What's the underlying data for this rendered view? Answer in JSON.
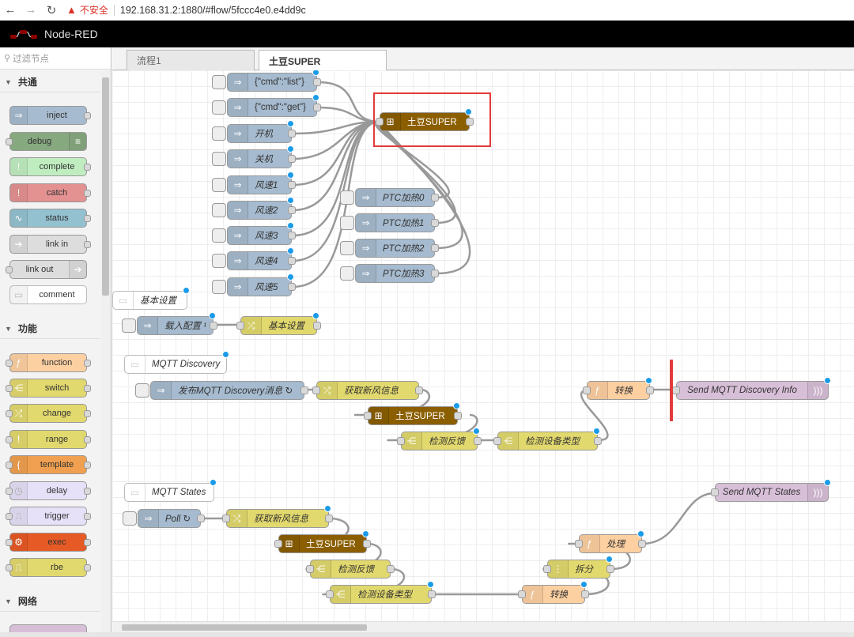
{
  "browser": {
    "back_icon": "←",
    "forward_icon": "→",
    "reload_icon": "↻",
    "warning_icon": "▲",
    "security_label": "不安全",
    "url": "192.168.31.2:1880/#flow/5fccc4e0.e4dd9c"
  },
  "header": {
    "title": "Node-RED"
  },
  "palette": {
    "search_placeholder": "过滤节点",
    "categories": [
      {
        "name": "共通",
        "nodes": [
          "inject",
          "debug",
          "complete",
          "catch",
          "status",
          "link in",
          "link out",
          "comment"
        ]
      },
      {
        "name": "功能",
        "nodes": [
          "function",
          "switch",
          "change",
          "range",
          "template",
          "delay",
          "trigger",
          "exec",
          "rbe"
        ]
      },
      {
        "name": "网络",
        "nodes": []
      }
    ]
  },
  "tabs": [
    "流程1",
    "土豆SUPER"
  ],
  "flow": {
    "top": {
      "injects": [
        "{\"cmd\":\"list\"}",
        "{\"cmd\":\"get\"}",
        "开机",
        "关机",
        "风速1",
        "风速2",
        "风速3",
        "风速4",
        "风速5"
      ],
      "ptc": [
        "PTC加热0",
        "PTC加热1",
        "PTC加热2",
        "PTC加热3"
      ],
      "device": "土豆SUPER"
    },
    "basic": {
      "comment": "基本设置",
      "inject": "载入配置 ¹",
      "change": "基本设置"
    },
    "discovery": {
      "comment": "MQTT Discovery",
      "inject": "发布MQTT Discovery消息 ↻",
      "change": "获取新风信息",
      "device": "土豆SUPER",
      "switch1": "检测反馈",
      "switch2": "检测设备类型",
      "func": "转换",
      "mqtt_out": "Send MQTT Discovery Info"
    },
    "states": {
      "comment": "MQTT States",
      "inject": "Poll ↻",
      "change": "获取新风信息",
      "device": "土豆SUPER",
      "switch1": "检测反馈",
      "switch2": "检测设备类型",
      "func_convert": "转换",
      "split": "拆分",
      "func_process": "处理",
      "mqtt_out": "Send MQTT States"
    }
  },
  "colors": {
    "inject": "#a6bbcf",
    "debug": "#87a980",
    "complete": "#c0edc0",
    "catch": "#e49191",
    "status": "#94c1d0",
    "link": "#dddddd",
    "function": "#fdd0a2",
    "change": "#e2d96e",
    "mqtt": "#d8bfd8",
    "device": "#8b5e00",
    "highlight": "#e23b3b",
    "changed_dot": "#1a9be8"
  }
}
